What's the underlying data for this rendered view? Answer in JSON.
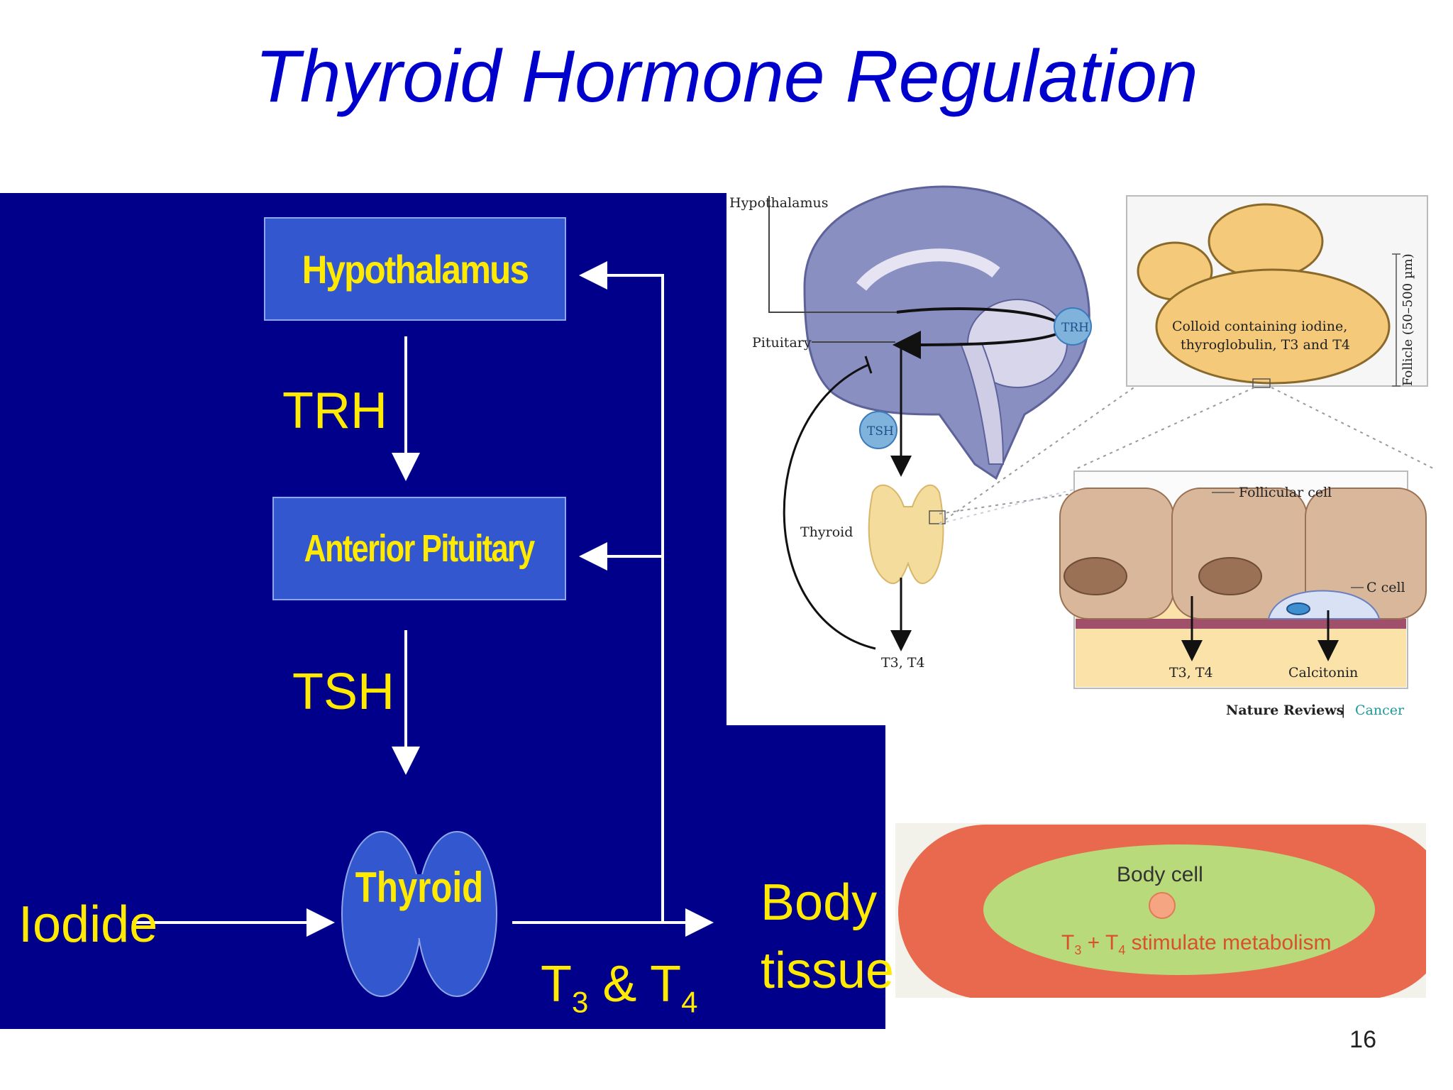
{
  "slide": {
    "title": "Thyroid Hormone Regulation",
    "page_number": "16"
  },
  "flowchart": {
    "background_color": "#00008b",
    "box_color": "#3257cf",
    "text_color": "#ffea00",
    "arrow_color": "#ffffff",
    "nodes": {
      "hypothalamus": "Hypothalamus",
      "anterior_pituitary": "Anterior Pituitary",
      "thyroid": "Thyroid"
    },
    "edges": {
      "trh": "TRH",
      "tsh": "TSH",
      "iodide": "Iodide",
      "t3": "T",
      "t3_sub": "3",
      "amp": "&",
      "t4": "T",
      "t4_sub": "4",
      "body_line1": "Body",
      "body_line2": "tissues"
    }
  },
  "inset": {
    "labels": {
      "hypothalamus": "Hypothalamus",
      "pituitary": "Pituitary",
      "trh": "TRH",
      "tsh": "TSH",
      "thyroid": "Thyroid",
      "t3_t4_left": "T3, T4",
      "colloid_line1": "Colloid containing iodine,",
      "colloid_line2": "thyroglobulin, T3 and T4",
      "follicle_size": "Follicle (50–500 µm)",
      "follicular_cell": "Follicular cell",
      "c_cell": "C cell",
      "t3_t4_right": "T3, T4",
      "calcitonin": "Calcitonin",
      "credit_journal": "Nature Reviews",
      "credit_sep": "|",
      "credit_section": "Cancer"
    },
    "colors": {
      "brain": "#8a8fc2",
      "hormone_bubble": "#7fb3dc",
      "follicle": "#f5c97a",
      "cell": "#d9b79b",
      "nucleus": "#9b7155",
      "credit_section": "#1a9a9a"
    }
  },
  "body_cell": {
    "label": "Body cell",
    "caption_t": "T",
    "caption_sub3": "3",
    "caption_plus": " + T",
    "caption_sub4": "4",
    "caption_rest": " stimulate metabolism",
    "colors": {
      "outer": "#e8694d",
      "inner": "#b8da7a",
      "caption": "#d9502f"
    }
  }
}
